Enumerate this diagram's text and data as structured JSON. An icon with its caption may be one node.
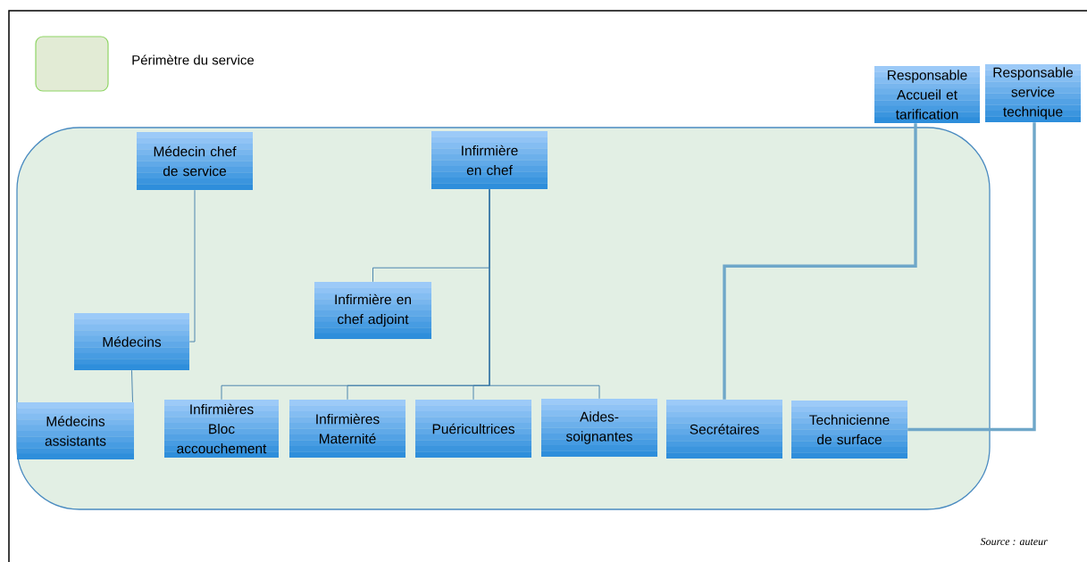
{
  "diagram": {
    "nodes": [
      {
        "text": [],
        "shape": "box"
      },
      {
        "text": [
          "Médecin chef de service"
        ],
        "in": 0
      },
      {
        "text": [
          "Infirmière en chef"
        ],
        "in": 0
      },
      {
        "text": [
          "Responsable Accueil et tarification"
        ]
      },
      {
        "text": [
          "Responsable service technique"
        ]
      },
      {
        "text": [
          "Médecins"
        ],
        "in": 0
      },
      {
        "text": [
          "Infirmière en chef adjoint"
        ],
        "in": 0
      },
      {
        "text": [
          "Médecins assistants"
        ],
        "in": 0
      },
      {
        "text": [
          "Infirmières Bloc accouchement"
        ],
        "in": 0
      },
      {
        "text": [
          "Infirmières Maternité"
        ],
        "in": 0
      },
      {
        "text": [
          "Puéricultrices"
        ],
        "in": 0
      },
      {
        "text": [
          "Aides-soignantes"
        ],
        "in": 0
      },
      {
        "text": [
          "Secrétaires"
        ],
        "in": 0
      },
      {
        "text": [
          "Technicienne de surface"
        ],
        "in": 0
      }
    ],
    "edges": [
      {
        "from": 1,
        "to": 5,
        "arrow": "none"
      },
      {
        "from": 5,
        "to": 7,
        "arrow": "none"
      },
      {
        "from": 2,
        "to": 6,
        "arrow": "none"
      },
      {
        "from": 2,
        "to": 8,
        "arrow": "none"
      },
      {
        "from": 2,
        "to": 9,
        "arrow": "none"
      },
      {
        "from": 2,
        "to": 10,
        "arrow": "none"
      },
      {
        "from": 2,
        "to": 11,
        "arrow": "none"
      },
      {
        "from": 3,
        "to": 12,
        "arrow": "none",
        "style": "thick",
        "color": "#6fa7c9"
      },
      {
        "from": 4,
        "to": 13,
        "arrow": "none",
        "style": "thick",
        "color": "#6fa7c9"
      }
    ],
    "labels": [
      "Source : auteur"
    ],
    "legend": [
      {
        "text": "Périmètre du service",
        "color": "#e2ebd5"
      }
    ]
  }
}
